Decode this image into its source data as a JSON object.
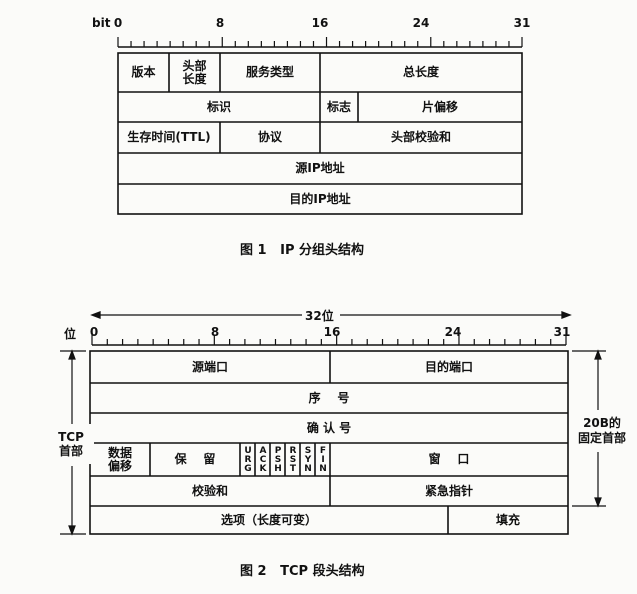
{
  "fig1": {
    "bit_label": "bit",
    "ruler_numbers": [
      "0",
      "8",
      "16",
      "24",
      "31"
    ],
    "cells": {
      "version": "版本",
      "header_length": "头部\n长度",
      "service_type": "服务类型",
      "total_length": "总长度",
      "identification": "标识",
      "flags": "标志",
      "fragment_offset": "片偏移",
      "ttl": "生存时间(TTL)",
      "protocol": "协议",
      "header_checksum": "头部校验和",
      "source_ip": "源IP地址",
      "dest_ip": "目的IP地址"
    },
    "caption": "图 1   IP 分组头结构"
  },
  "fig2": {
    "width_label": "32位",
    "bit_label": "位",
    "ruler_numbers": [
      "0",
      "8",
      "16",
      "24",
      "31"
    ],
    "left_label": "TCP\n首部",
    "right_label": "20B的\n固定首部",
    "cells": {
      "source_port": "源端口",
      "dest_port": "目的端口",
      "sequence_number": "序    号",
      "ack_number": "确 认 号",
      "data_offset": "数据\n偏移",
      "reserved": "保    留",
      "window": "窗    口",
      "checksum": "校验和",
      "urgent_pointer": "紧急指针",
      "options": "选项（长度可变）",
      "padding": "填充"
    },
    "flags": [
      "URG",
      "ACK",
      "PSH",
      "RST",
      "SYN",
      "FIN"
    ],
    "caption": "图 2   TCP 段头结构"
  }
}
